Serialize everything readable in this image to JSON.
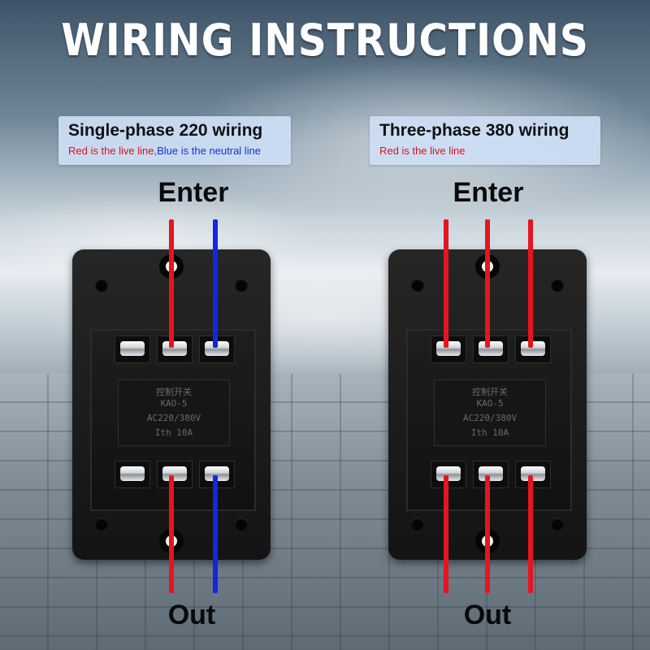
{
  "title": "WIRING INSTRUCTIONS",
  "left": {
    "heading": "Single-phase 220 wiring",
    "subtitle_red": "Red is the live line,",
    "subtitle_blue": "Blue is the neutral line",
    "enter_label": "Enter",
    "out_label": "Out",
    "wire_colors": [
      "red",
      "blue"
    ]
  },
  "right": {
    "heading": "Three-phase 380 wiring",
    "subtitle_red": "Red is the live line",
    "enter_label": "Enter",
    "out_label": "Out",
    "wire_colors": [
      "red",
      "red",
      "red"
    ]
  },
  "switch_panel": {
    "line1": "控制开关",
    "line2": "KAO-5",
    "line3": "AC220/380V",
    "line4": "Ith 10A"
  },
  "colors": {
    "live": "#e41520",
    "neutral": "#1326e0",
    "box_bg": "#cddef5"
  }
}
